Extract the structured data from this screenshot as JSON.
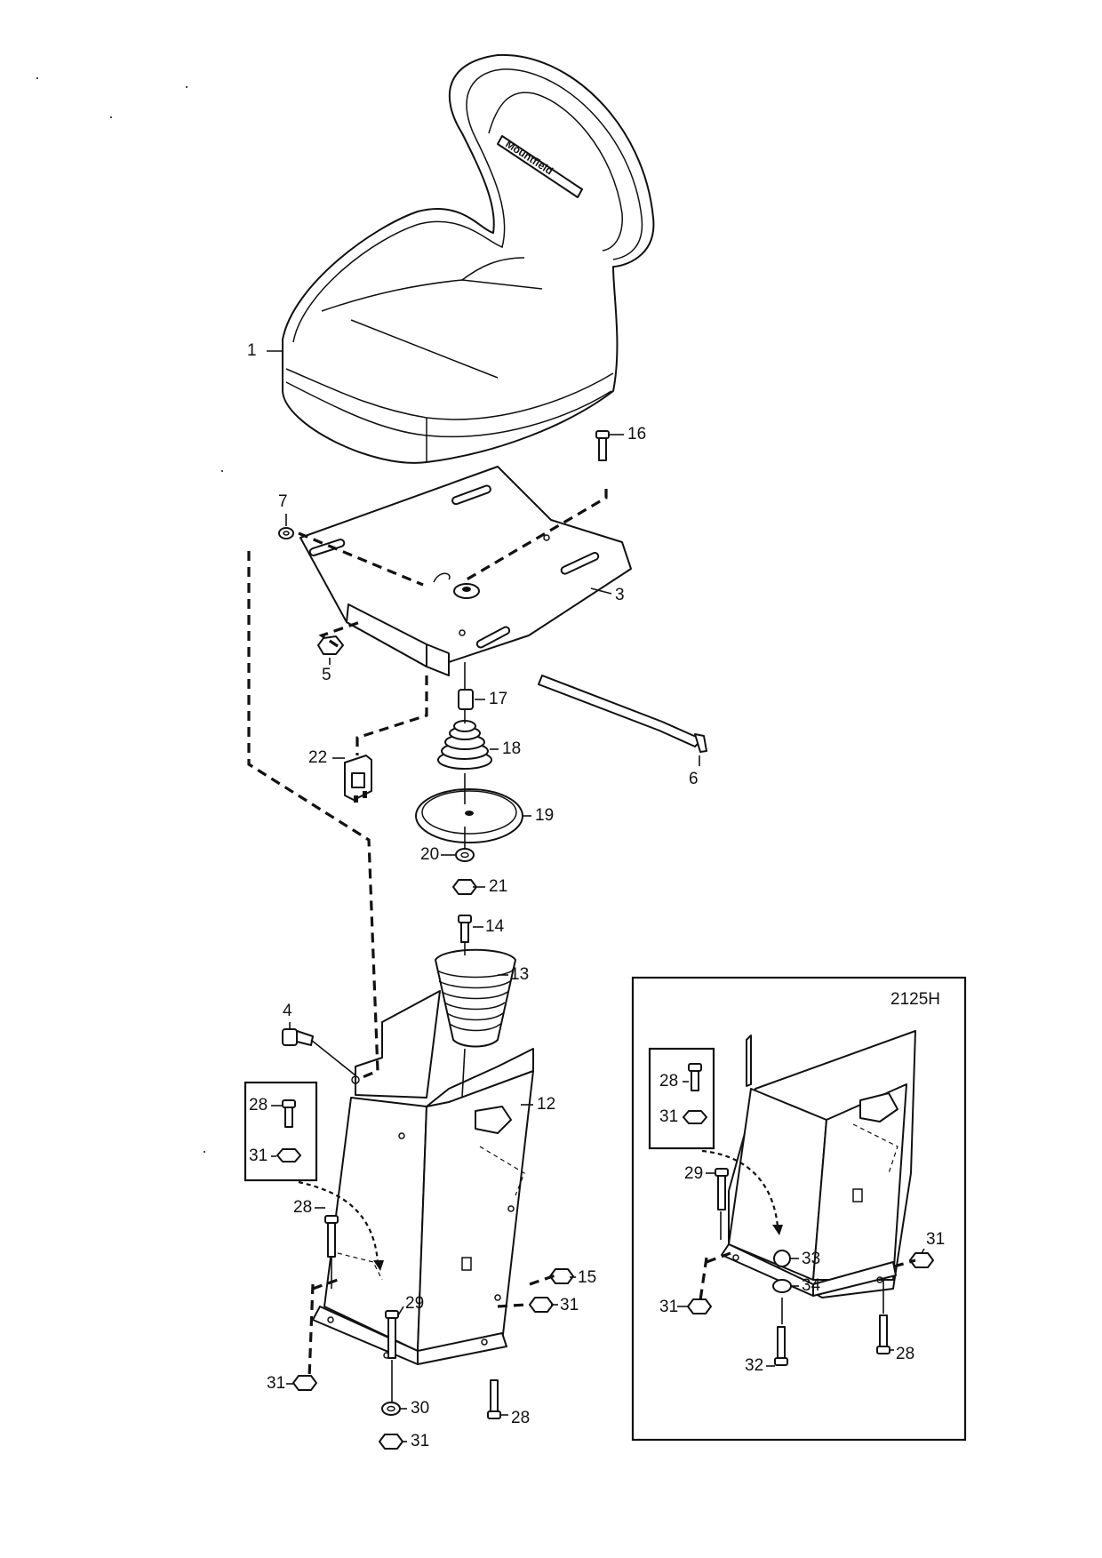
{
  "seat": {
    "brand": "Mountfield"
  },
  "inset": {
    "model": "2125H"
  },
  "callouts": [
    {
      "id": "c1",
      "label": "1"
    },
    {
      "id": "c3",
      "label": "3"
    },
    {
      "id": "c4",
      "label": "4"
    },
    {
      "id": "c5",
      "label": "5"
    },
    {
      "id": "c6",
      "label": "6"
    },
    {
      "id": "c7",
      "label": "7"
    },
    {
      "id": "c12",
      "label": "12"
    },
    {
      "id": "c13",
      "label": "13"
    },
    {
      "id": "c14",
      "label": "14"
    },
    {
      "id": "c15",
      "label": "15"
    },
    {
      "id": "c16",
      "label": "16"
    },
    {
      "id": "c17",
      "label": "17"
    },
    {
      "id": "c18",
      "label": "18"
    },
    {
      "id": "c19",
      "label": "19"
    },
    {
      "id": "c20",
      "label": "20"
    },
    {
      "id": "c21",
      "label": "21"
    },
    {
      "id": "c22",
      "label": "22"
    },
    {
      "id": "c28a",
      "label": "28"
    },
    {
      "id": "c31a",
      "label": "31"
    },
    {
      "id": "c28b",
      "label": "28"
    },
    {
      "id": "c29a",
      "label": "29"
    },
    {
      "id": "c31b",
      "label": "31"
    },
    {
      "id": "c31c",
      "label": "31"
    },
    {
      "id": "c30",
      "label": "30"
    },
    {
      "id": "c31d",
      "label": "31"
    },
    {
      "id": "c28c",
      "label": "28"
    },
    {
      "id": "c28d",
      "label": "28"
    },
    {
      "id": "c31e",
      "label": "31"
    },
    {
      "id": "c29b",
      "label": "29"
    },
    {
      "id": "c33",
      "label": "33"
    },
    {
      "id": "c34",
      "label": "34"
    },
    {
      "id": "c31f",
      "label": "31"
    },
    {
      "id": "c31g",
      "label": "31"
    },
    {
      "id": "c32",
      "label": "32"
    },
    {
      "id": "c28e",
      "label": "28"
    }
  ]
}
